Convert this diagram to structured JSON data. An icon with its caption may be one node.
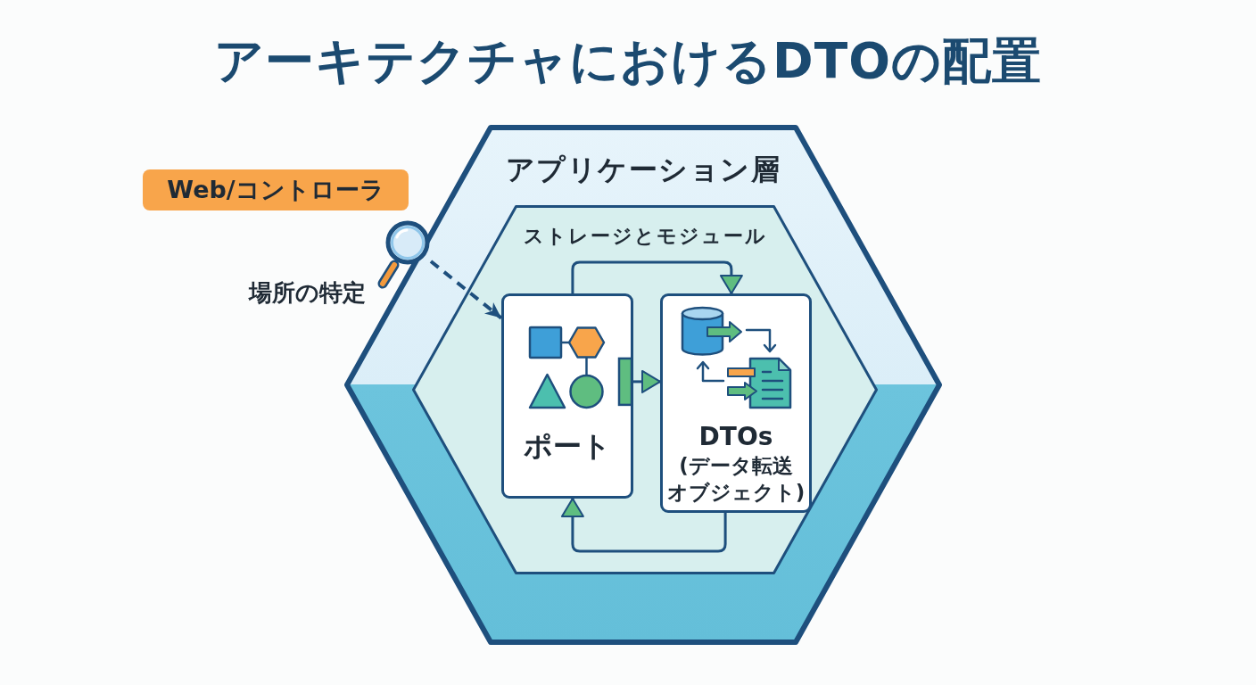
{
  "diagram": {
    "title": "アーキテクチャにおけるDTOの配置",
    "nodes": [
      {
        "text": [
          "Web/コントローラ"
        ]
      },
      {
        "text": [],
        "shape": "picture",
        "beside": [
          "場所の特定"
        ]
      },
      {
        "text": [
          "アプリケーション層"
        ]
      },
      {
        "text": [
          "ストレージとモジュール"
        ],
        "in": 2
      },
      {
        "text": [
          "ポート"
        ],
        "in": 3
      },
      {
        "text": [
          "DTOs",
          "(データ転送オブジェクト)"
        ],
        "in": 3
      }
    ],
    "edges": [
      {
        "from": 1,
        "to": 4,
        "arrow": "to",
        "style": "dashed"
      },
      {
        "from": 4,
        "to": 5,
        "arrow": "to"
      },
      {
        "from": 4,
        "to": 5,
        "arrow": "to"
      },
      {
        "from": 5,
        "to": 4,
        "arrow": "to"
      }
    ]
  }
}
